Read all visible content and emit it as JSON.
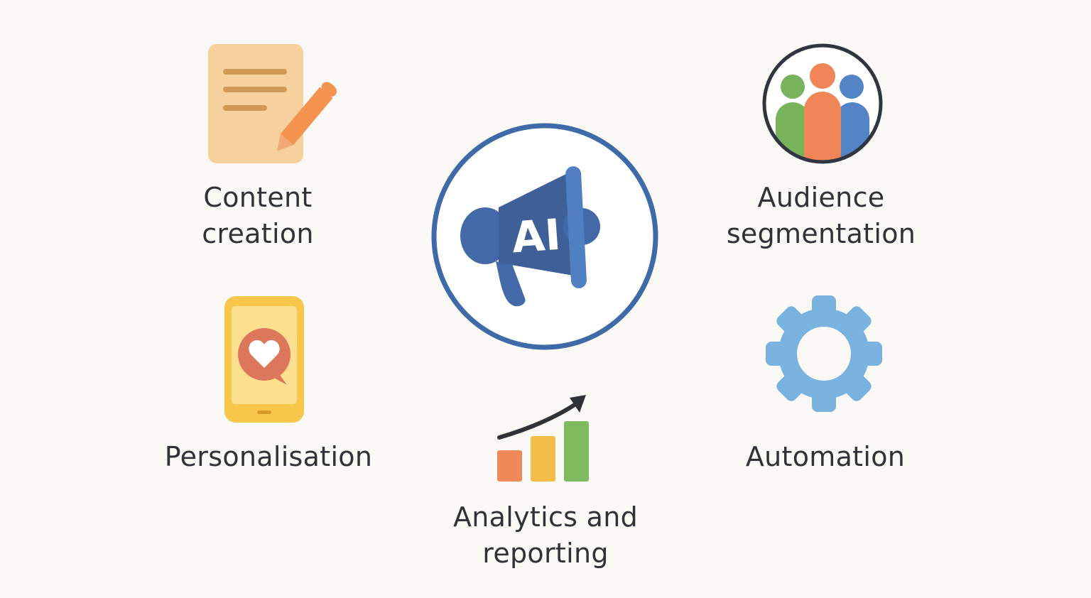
{
  "hub": {
    "badge_text": "AI",
    "icon": "megaphone-icon",
    "colors": {
      "ring": "#3f6aa8",
      "megaphone": "#4469a8",
      "megaphone_light": "#5180c2",
      "badge_text": "#ffffff"
    }
  },
  "features": {
    "content_creation": {
      "label_lines": [
        "Content",
        "creation"
      ],
      "icon": "document-pencil-icon",
      "colors": {
        "paper": "#f6d19e",
        "lines": "#d09a55",
        "pencil": "#f3934f"
      }
    },
    "audience_segmentation": {
      "label_lines": [
        "Audience",
        "segmentation"
      ],
      "icon": "people-group-icon",
      "colors": {
        "ring": "#2f3640",
        "left": "#78b35b",
        "center": "#f08657",
        "right": "#5284c6"
      }
    },
    "personalisation": {
      "label_lines": [
        "Personalisation"
      ],
      "icon": "phone-heart-icon",
      "colors": {
        "body": "#f8c64a",
        "screen": "#fde08f",
        "bubble": "#dd775c",
        "heart": "#ffffff"
      }
    },
    "automation": {
      "label_lines": [
        "Automation"
      ],
      "icon": "gear-icon",
      "colors": {
        "gear": "#7ab3df"
      }
    },
    "analytics_reporting": {
      "label_lines": [
        "Analytics and",
        "reporting"
      ],
      "icon": "bar-chart-trend-icon",
      "colors": {
        "bar1": "#f18a58",
        "bar2": "#f5bc4a",
        "bar3": "#7dbb5e",
        "arrow": "#2f3236"
      }
    }
  }
}
